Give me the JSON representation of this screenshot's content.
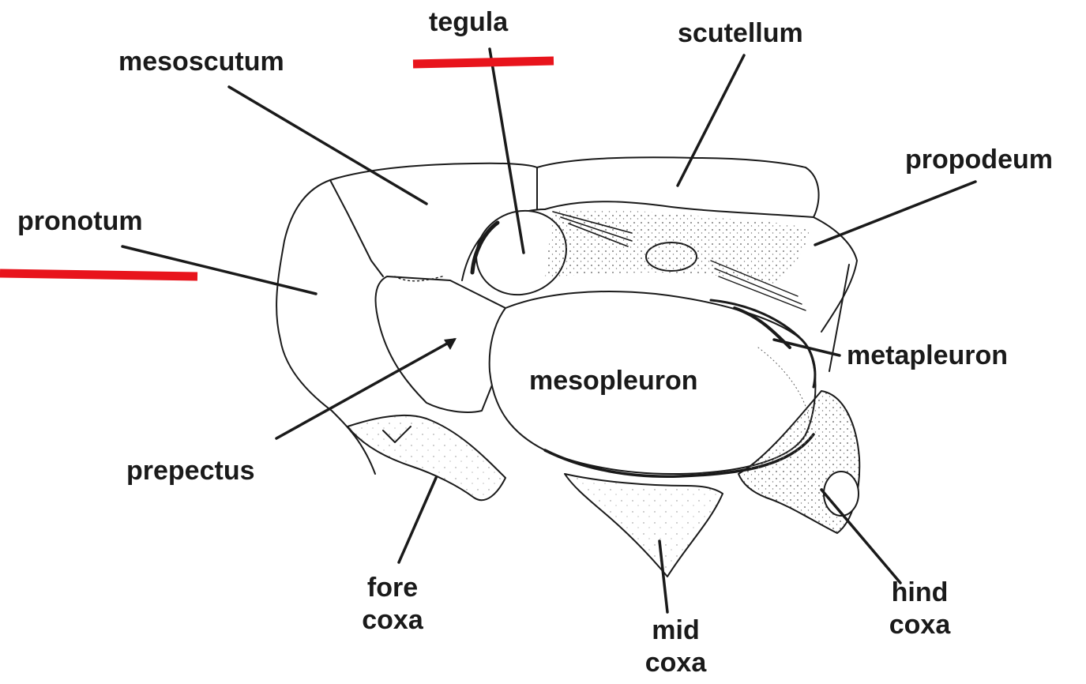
{
  "labels": {
    "tegula": "tegula",
    "scutellum": "scutellum",
    "mesoscutum": "mesoscutum",
    "propodeum": "propodeum",
    "pronotum": "pronotum",
    "metapleuron": "metapleuron",
    "mesopleuron": "mesopleuron",
    "prepectus": "prepectus",
    "fore_coxa": [
      "fore",
      "coxa"
    ],
    "mid_coxa": [
      "mid",
      "coxa"
    ],
    "hind_coxa": [
      "hind",
      "coxa"
    ]
  },
  "colors": {
    "ink": "#1a1a1a",
    "highlight": "#e8141c",
    "background": "#ffffff"
  }
}
